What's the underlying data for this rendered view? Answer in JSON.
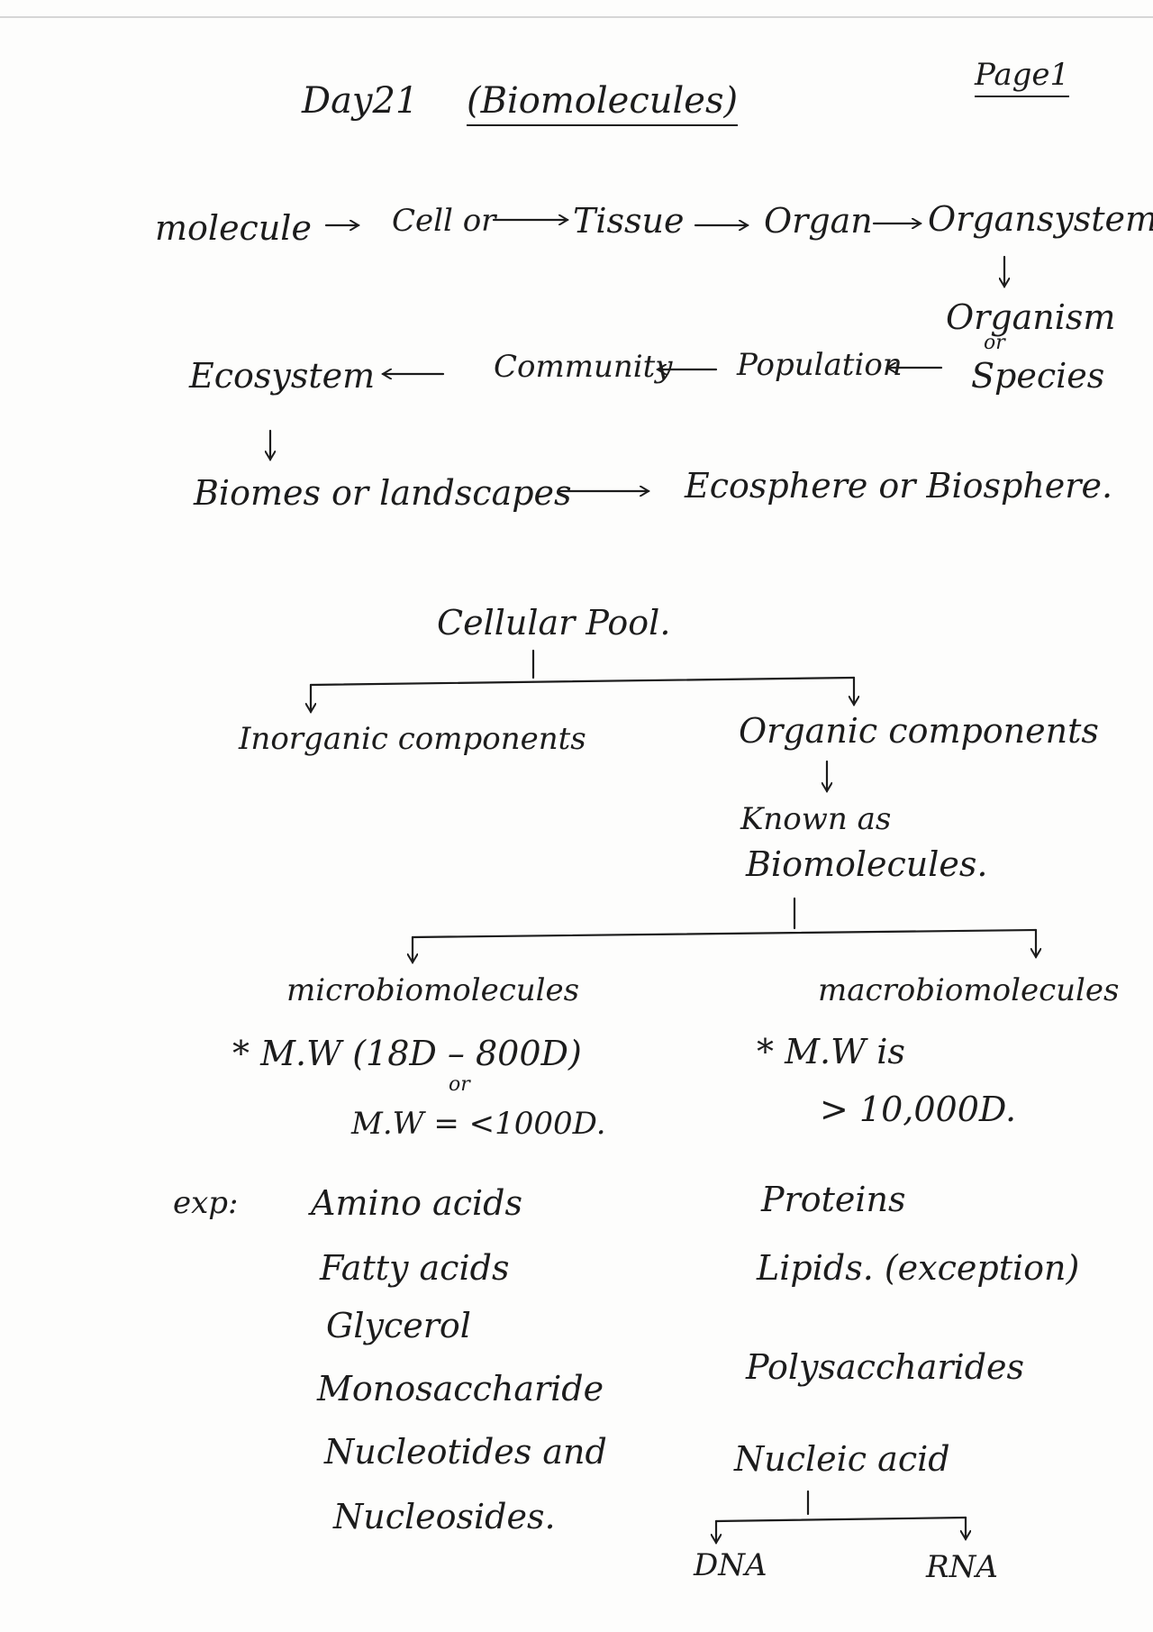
{
  "header": {
    "title": "Day21",
    "subtitle": "(Biomolecules)",
    "page_label": "Page1"
  },
  "hierarchy": {
    "row1": [
      "molecule",
      "Cell or",
      "Tissue",
      "Organ",
      "Organsystem"
    ],
    "organism": "Organism",
    "or_word": "or",
    "species": "Species",
    "row2": [
      "Ecosystem",
      "Community",
      "Population"
    ],
    "row3": [
      "Biomes or landscapes",
      "Ecosphere or Biosphere."
    ]
  },
  "cellular_pool": {
    "title": "Cellular Pool.",
    "inorganic": "Inorganic components",
    "organic": "Organic components",
    "known_as_1": "Known as",
    "known_as_2": "Biomolecules."
  },
  "micro": {
    "title": "microbiomolecules",
    "mw_line1": "* M.W (18D – 800D)",
    "or_word": "or",
    "mw_line2": "M.W = <1000D."
  },
  "macro": {
    "title": "macrobiomolecules",
    "mw_line1": "* M.W is",
    "mw_line2": "> 10,000D."
  },
  "examples": {
    "label": "exp:",
    "micro": [
      "Amino acids",
      "Fatty acids",
      "Glycerol",
      "Monosaccharide",
      "Nucleotides and",
      "Nucleosides."
    ],
    "macro": [
      "Proteins",
      "Lipids. (exception)",
      "Polysaccharides",
      "Nucleic acid"
    ],
    "nucleic_branches": [
      "DNA",
      "RNA"
    ]
  }
}
